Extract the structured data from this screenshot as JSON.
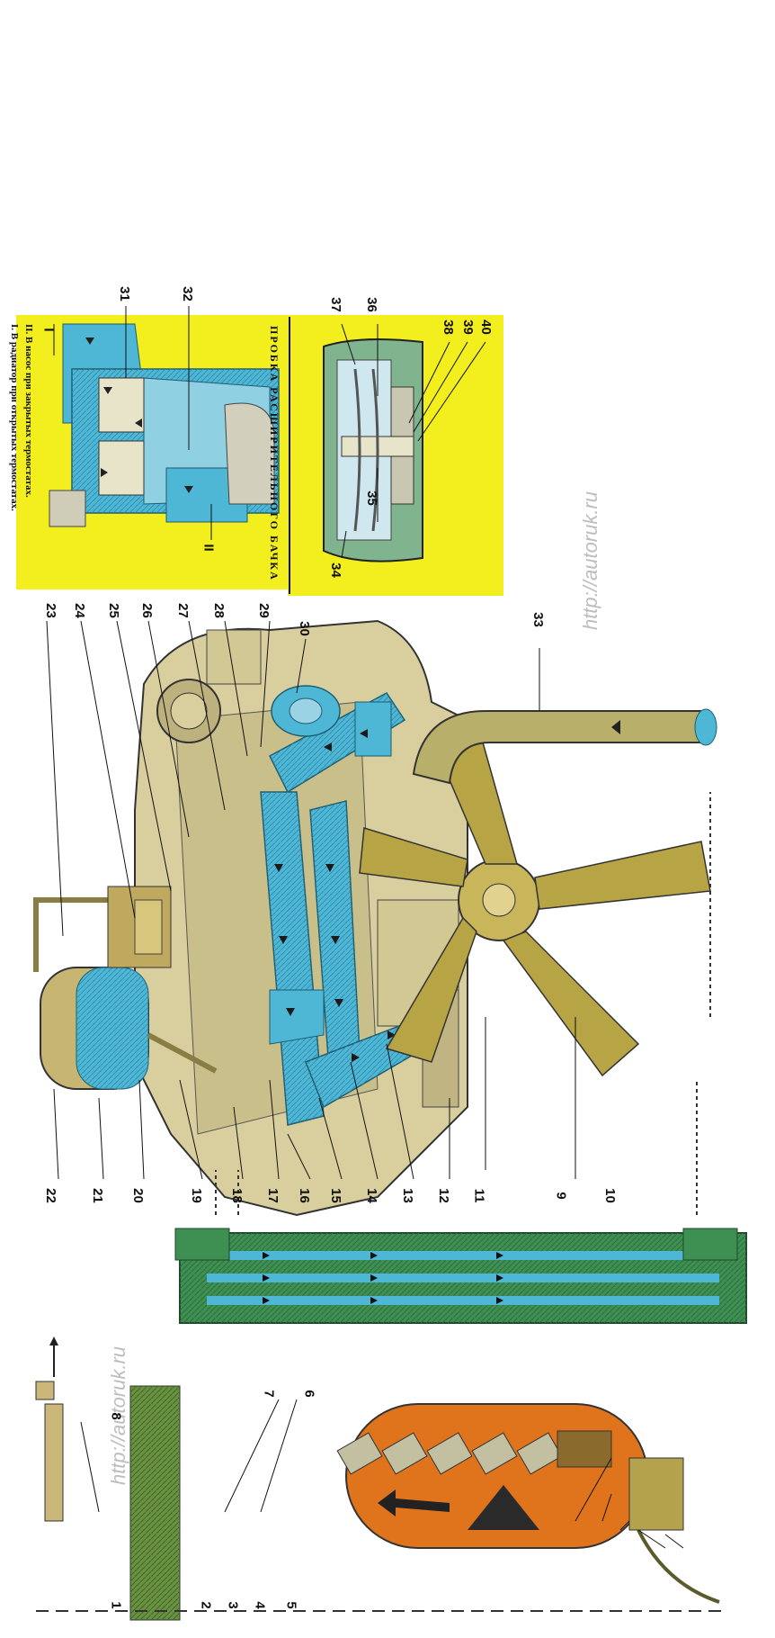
{
  "inset_thermostat": {
    "caption_open": "I. В радиатор при открытых термостатах.",
    "caption_closed": "II. В насос при закрытых термостатах.",
    "roman_one": "I",
    "roman_two": "II"
  },
  "inset_cap": {
    "caption": "ПРОБКА РАСШИРИТЕЛЬНОГО БАЧКА"
  },
  "watermarks": [
    "http://autoruk.ru",
    "http://autoruk.ru"
  ],
  "callouts": [
    "1",
    "2",
    "3",
    "4",
    "5",
    "6",
    "7",
    "8",
    "9",
    "10",
    "11",
    "12",
    "13",
    "14",
    "15",
    "16",
    "17",
    "18",
    "19",
    "20",
    "21",
    "22",
    "23",
    "24",
    "25",
    "26",
    "27",
    "28",
    "29",
    "30",
    "31",
    "32",
    "33",
    "34",
    "35",
    "36",
    "37",
    "38",
    "39",
    "40"
  ],
  "colors": {
    "coolant": "#4fb7d6",
    "radiator": "#3e8f52",
    "inset_bg": "#f3ef1e",
    "engine": "#d9cf9e",
    "fan": "#b7a545",
    "shutter_housing": "#e0741c"
  }
}
